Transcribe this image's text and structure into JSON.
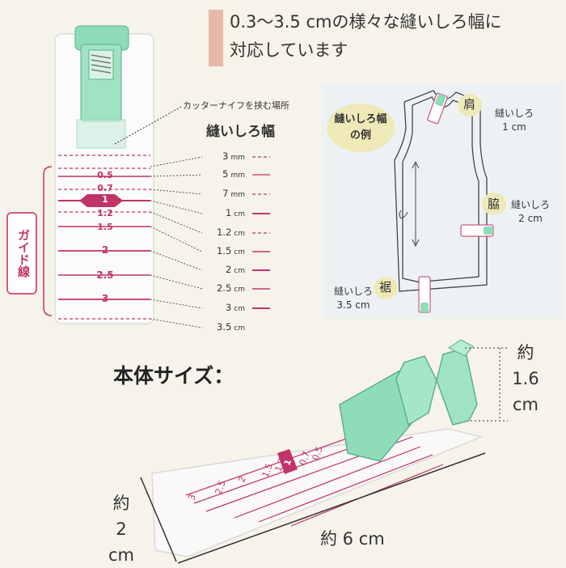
{
  "headline": {
    "line1": "0.3～3.5 cmの様々な縫いしろ幅に",
    "line2": "対応しています"
  },
  "tool_diagram": {
    "cutter_label": "カッターナイフを挟む場所",
    "guide_label": "ガイド線",
    "guide_markings": [
      "0.5",
      "0.7",
      "1",
      "1.2",
      "1.5",
      "2",
      "2.5",
      "3"
    ],
    "seam_allowance_heading": "縫いしろ幅",
    "seam_allowances": [
      {
        "value": "3",
        "unit": "mm"
      },
      {
        "value": "5",
        "unit": "mm"
      },
      {
        "value": "7",
        "unit": "mm"
      },
      {
        "value": "1",
        "unit": "cm"
      },
      {
        "value": "1.2",
        "unit": "cm"
      },
      {
        "value": "1.5",
        "unit": "cm"
      },
      {
        "value": "2",
        "unit": "cm"
      },
      {
        "value": "2.5",
        "unit": "cm"
      },
      {
        "value": "3",
        "unit": "cm"
      },
      {
        "value": "3.5",
        "unit": "cm"
      }
    ]
  },
  "garment_example": {
    "title_line1": "縫いしろ幅",
    "title_line2": "の例",
    "shoulder": {
      "part": "肩",
      "label": "縫いしろ",
      "value": "1 cm"
    },
    "side": {
      "part": "脇",
      "label": "縫いしろ",
      "value": "2 cm"
    },
    "hem": {
      "part": "裾",
      "label": "縫いしろ",
      "value": "3.5 cm"
    }
  },
  "body_size": {
    "title": "本体サイズ：",
    "height": {
      "approx": "約",
      "value": "1.6",
      "unit": "cm"
    },
    "width": {
      "approx": "約",
      "value": "2",
      "unit": "cm"
    },
    "length": "約 6 cm",
    "photo_markings": [
      "0.5",
      "0.7",
      "1",
      "1.2",
      "1.5",
      "2",
      "2.5",
      "3"
    ]
  },
  "colors": {
    "accent_pink": "#c2336a",
    "mint": "#8fdcb9",
    "headline_bar": "#e7b8a8",
    "bubble": "#efe9b8"
  }
}
